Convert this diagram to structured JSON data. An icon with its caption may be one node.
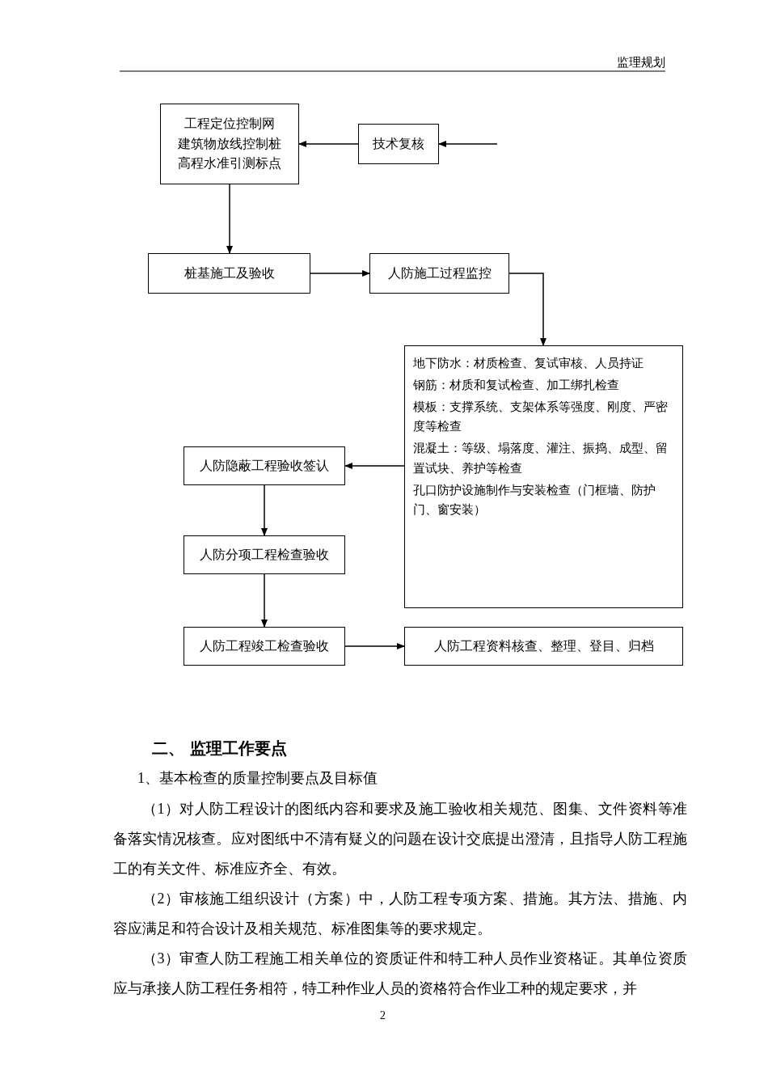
{
  "diagram": {
    "nodes": [
      {
        "text": [
          "工程定位控制网",
          "建筑物放线控制桩",
          "高程水准引测标点"
        ]
      },
      {
        "text": [
          "技术复核"
        ]
      },
      {
        "text": [
          "桩基施工及验收"
        ]
      },
      {
        "text": [
          "人防施工过程监控"
        ]
      },
      {
        "text": [
          "地下防水：材质检查、复试审核、人员持证",
          "钢筋：材质和复试检查、加工绑扎检查",
          "模板：支撑系统、支架体系等强度、刚度、严密度等检查",
          "混凝土：等级、塌落度、灌注、振捣、成型、留置试块、养护等检查",
          "孔口防护设施制作与安装检查（门框墙、防护门、窗安装）"
        ]
      },
      {
        "text": [
          "人防隐蔽工程验收签认"
        ]
      },
      {
        "text": [
          "人防分项工程检查验收"
        ]
      },
      {
        "text": [
          "人防工程竣工检查验收"
        ]
      },
      {
        "text": [
          "人防工程资料核查、整理、登目、归档"
        ]
      }
    ],
    "edges": [
      {
        "from": null,
        "to": 1,
        "arrow": "to"
      },
      {
        "from": 1,
        "to": 0,
        "arrow": "to"
      },
      {
        "from": 0,
        "to": 2,
        "arrow": "to"
      },
      {
        "from": 2,
        "to": 3,
        "arrow": "to"
      },
      {
        "from": 3,
        "to": 4,
        "arrow": "to"
      },
      {
        "from": 4,
        "to": 5,
        "arrow": "to"
      },
      {
        "from": 5,
        "to": 6,
        "arrow": "to"
      },
      {
        "from": 6,
        "to": 7,
        "arrow": "to"
      },
      {
        "from": 7,
        "to": 8,
        "arrow": "to"
      }
    ],
    "labels": [
      "监理规划",
      "二、 监理工作要点",
      "1、基本检查的质量控制要点及目标值",
      "（1）对人防工程设计的图纸内容和要求及施工验收相关规范、图集、文件资料等准备落实情况核查。应对图纸中不清有疑义的问题在设计交底提出澄清，且指导人防工程施工的有关文件、标准应齐全、有效。",
      "（2）审核施工组织设计（方案）中，人防工程专项方案、措施。其方法、措施、内容应满足和符合设计及相关规范、标准图集等的要求规定。",
      "（3）审查人防工程施工相关单位的资质证件和特工种人员作业资格证。其单位资质应与承接人防工程任务相符，特工种作业人员的资格符合作业工种的规定要求，并",
      "2"
    ]
  }
}
